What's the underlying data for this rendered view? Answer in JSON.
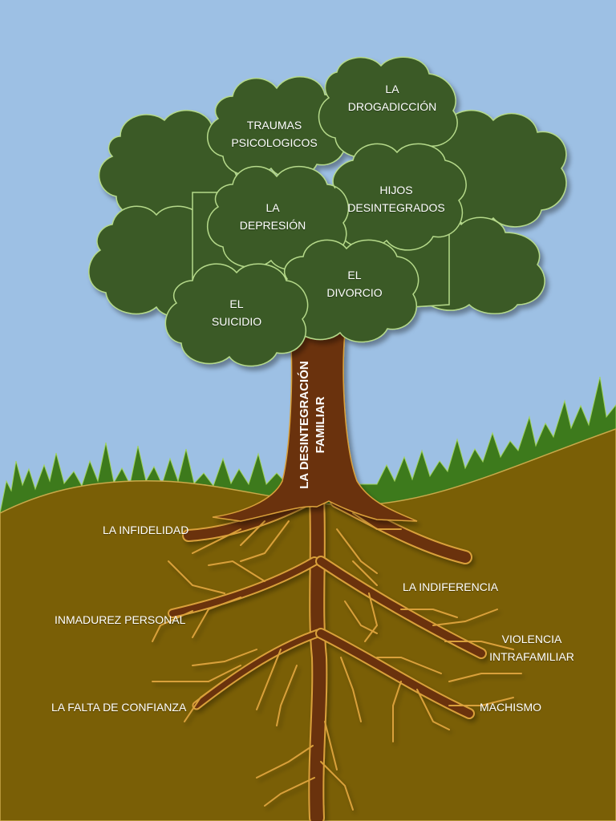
{
  "colors": {
    "sky": "#9dc0e4",
    "ground": "#7a5f06",
    "grass": "#3d7a1c",
    "foliage": "#3b5a26",
    "foliage_edge": "#b5d98a",
    "trunk": "#6b3308",
    "root_edge": "#d9a03a"
  },
  "trunk": {
    "line1": "LA DESINTEGRACIÓN",
    "line2": "FAMILIAR"
  },
  "crown": {
    "drogadiccion": {
      "line1": "LA",
      "line2": "DROGADICCIÓN"
    },
    "traumas": {
      "line1": "TRAUMAS",
      "line2": "PSICOLOGICOS"
    },
    "hijos": {
      "line1": "HIJOS",
      "line2": "DESINTEGRADOS"
    },
    "depresion": {
      "line1": "LA",
      "line2": "DEPRESIÓN"
    },
    "divorcio": {
      "line1": "EL",
      "line2": "DIVORCIO"
    },
    "suicidio": {
      "line1": "EL",
      "line2": "SUICIDIO"
    }
  },
  "roots": {
    "infidelidad": "LA INFIDELIDAD",
    "inmadurez": "INMADUREZ PERSONAL",
    "confianza": "LA FALTA DE CONFIANZA",
    "indiferencia": "LA INDIFERENCIA",
    "violencia": {
      "line1": "VIOLENCIA",
      "line2": "INTRAFAMILIAR"
    },
    "machismo": "MACHISMO"
  }
}
